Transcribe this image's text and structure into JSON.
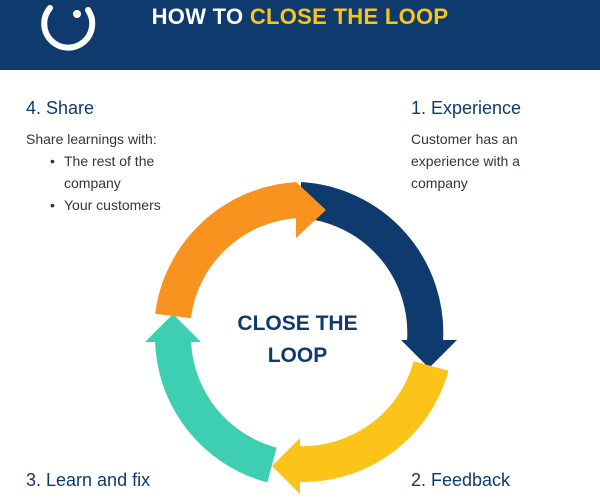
{
  "header": {
    "title_prefix": "HOW TO ",
    "title_highlight": "CLOSE THE LOOP",
    "icon": "loop-icon"
  },
  "center": {
    "line1": "CLOSE THE",
    "line2": "LOOP"
  },
  "steps": {
    "experience": {
      "title": "1. Experience",
      "text": [
        "Customer has an",
        "experience with a",
        "company"
      ]
    },
    "feedback": {
      "title": "2. Feedback"
    },
    "learn": {
      "title": "3. Learn and fix"
    },
    "share": {
      "title": "4. Share",
      "intro": "Share learnings with:",
      "bullets": [
        "The rest of the",
        "company",
        "Your customers"
      ]
    }
  },
  "colors": {
    "navy": "#0e3a6e",
    "yellow": "#fcc419",
    "teal": "#3ecfb3",
    "orange": "#f7931e"
  }
}
